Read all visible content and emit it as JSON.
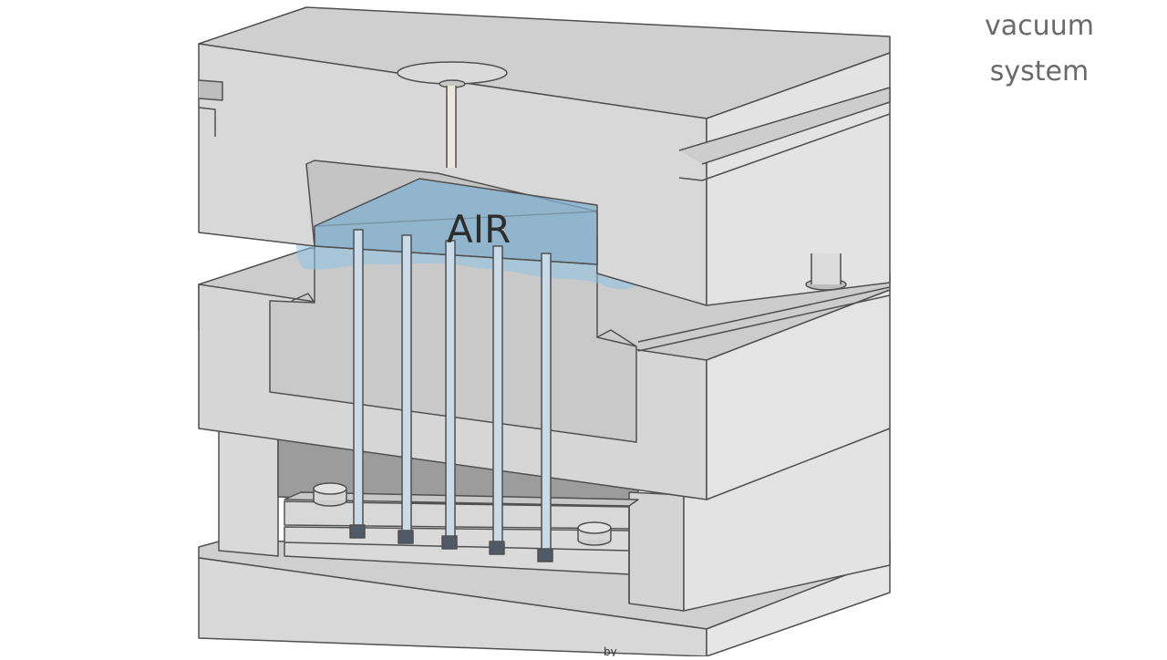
{
  "diagram": {
    "caption_lines": [
      "vacuum",
      "system"
    ],
    "cavity_label": "AIR",
    "footer_mark": "by"
  },
  "colors": {
    "steel_face": "#d6d6d6",
    "steel_top": "#cfcfcf",
    "steel_side": "#e4e4e4",
    "edge": "#505050",
    "air": "#8ec3e3",
    "pin": "#c9dae8"
  }
}
